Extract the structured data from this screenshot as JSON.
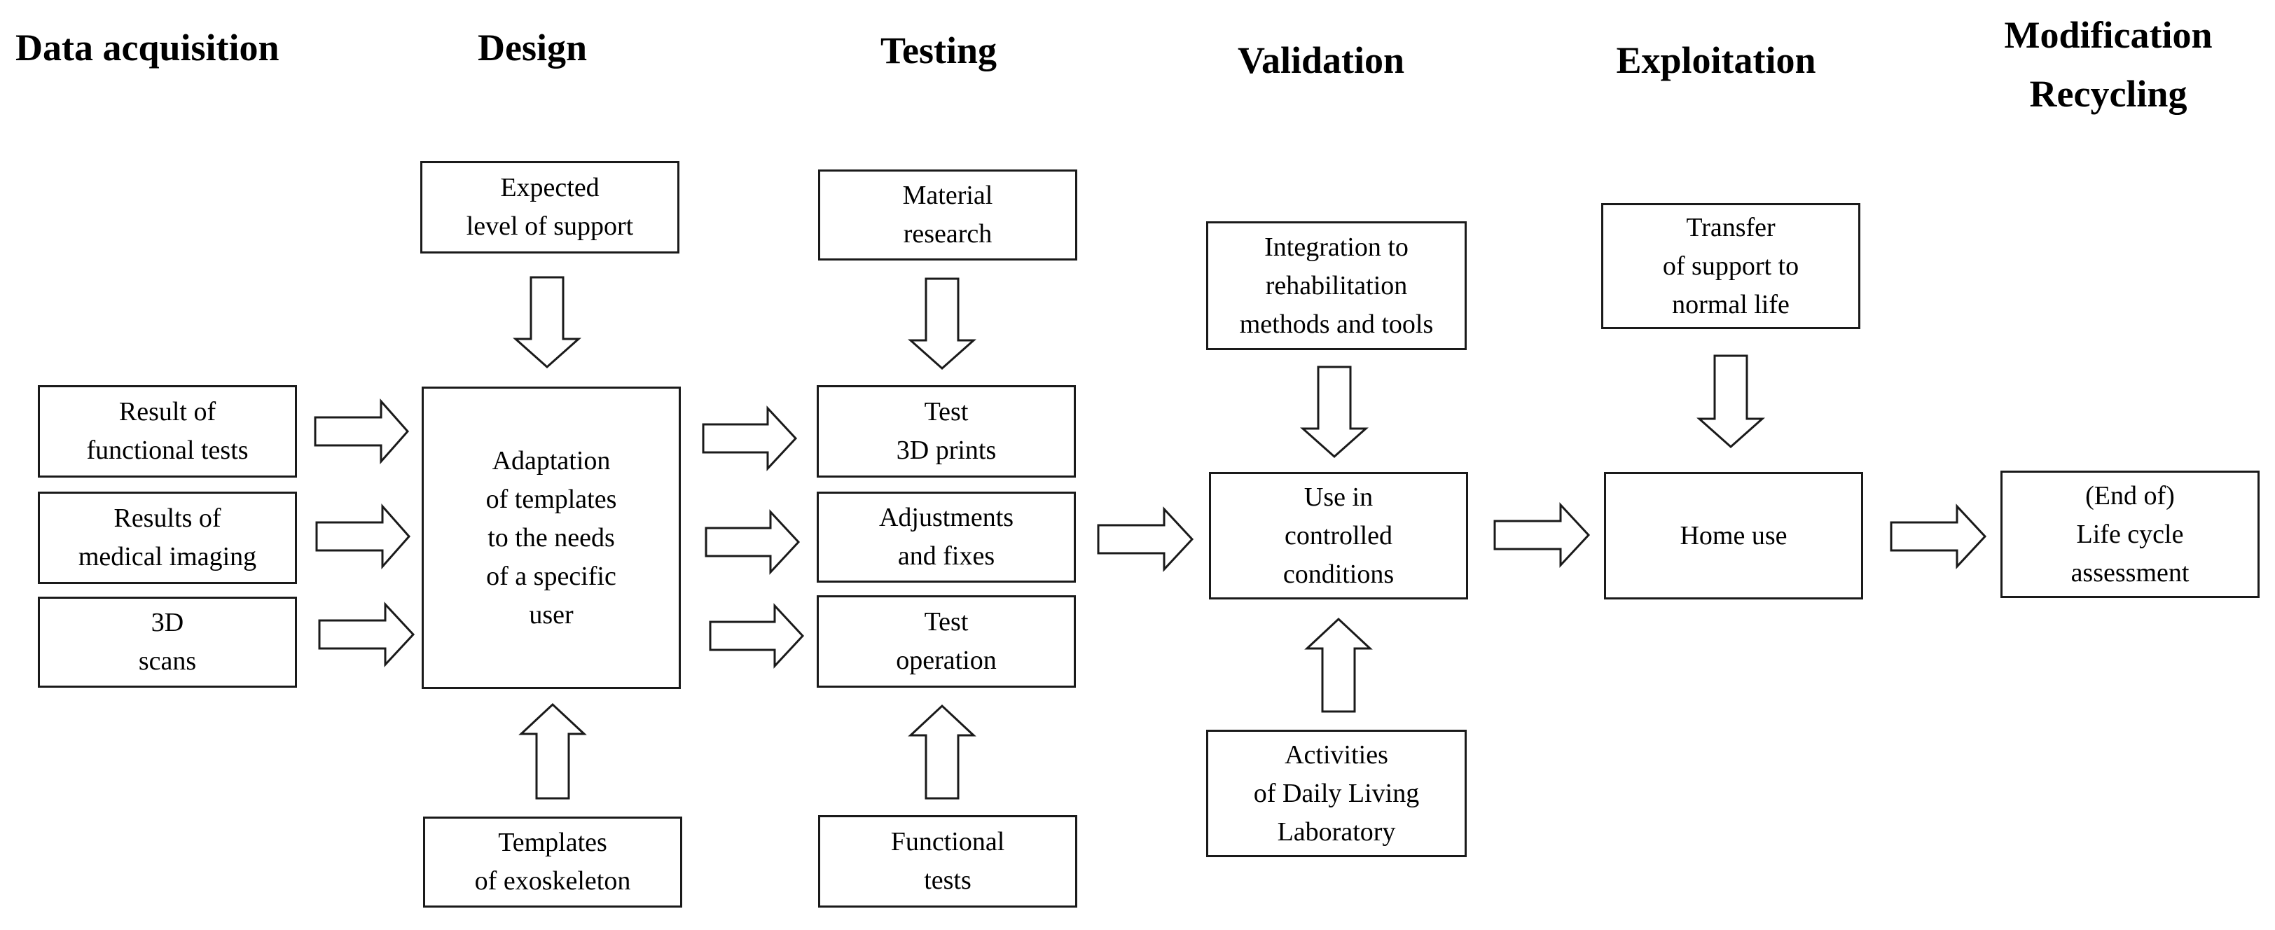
{
  "stages": {
    "data_acquisition": "Data acquisition",
    "design": "Design",
    "testing": "Testing",
    "validation": "Validation",
    "exploitation": "Exploitation",
    "modification": [
      "Modification",
      "Recycling"
    ]
  },
  "boxes": {
    "functional_tests_result": [
      "Result of",
      "functional tests"
    ],
    "medical_imaging": [
      "Results of",
      "medical imaging"
    ],
    "scans_3d": [
      "3D",
      "scans"
    ],
    "expected_support": [
      "Expected",
      "level of support"
    ],
    "adaptation": [
      "Adaptation",
      "of templates",
      "to the needs",
      "of a specific",
      "user"
    ],
    "templates": [
      "Templates",
      "of exoskeleton"
    ],
    "material_research": [
      "Material",
      "research"
    ],
    "test_prints": [
      "Test",
      "3D prints"
    ],
    "adjustments": [
      "Adjustments",
      "and fixes"
    ],
    "test_operation": [
      "Test",
      "operation"
    ],
    "functional_tests": [
      "Functional",
      "tests"
    ],
    "integration": [
      "Integration to",
      "rehabilitation",
      "methods and tools"
    ],
    "controlled_use": [
      "Use in",
      "controlled",
      "conditions"
    ],
    "adl_lab": [
      "Activities",
      "of Daily Living",
      "Laboratory"
    ],
    "transfer": [
      "Transfer",
      "of support to",
      "normal life"
    ],
    "home_use": [
      "Home use"
    ],
    "life_cycle": [
      "(End of)",
      "Life cycle",
      "assessment"
    ]
  }
}
